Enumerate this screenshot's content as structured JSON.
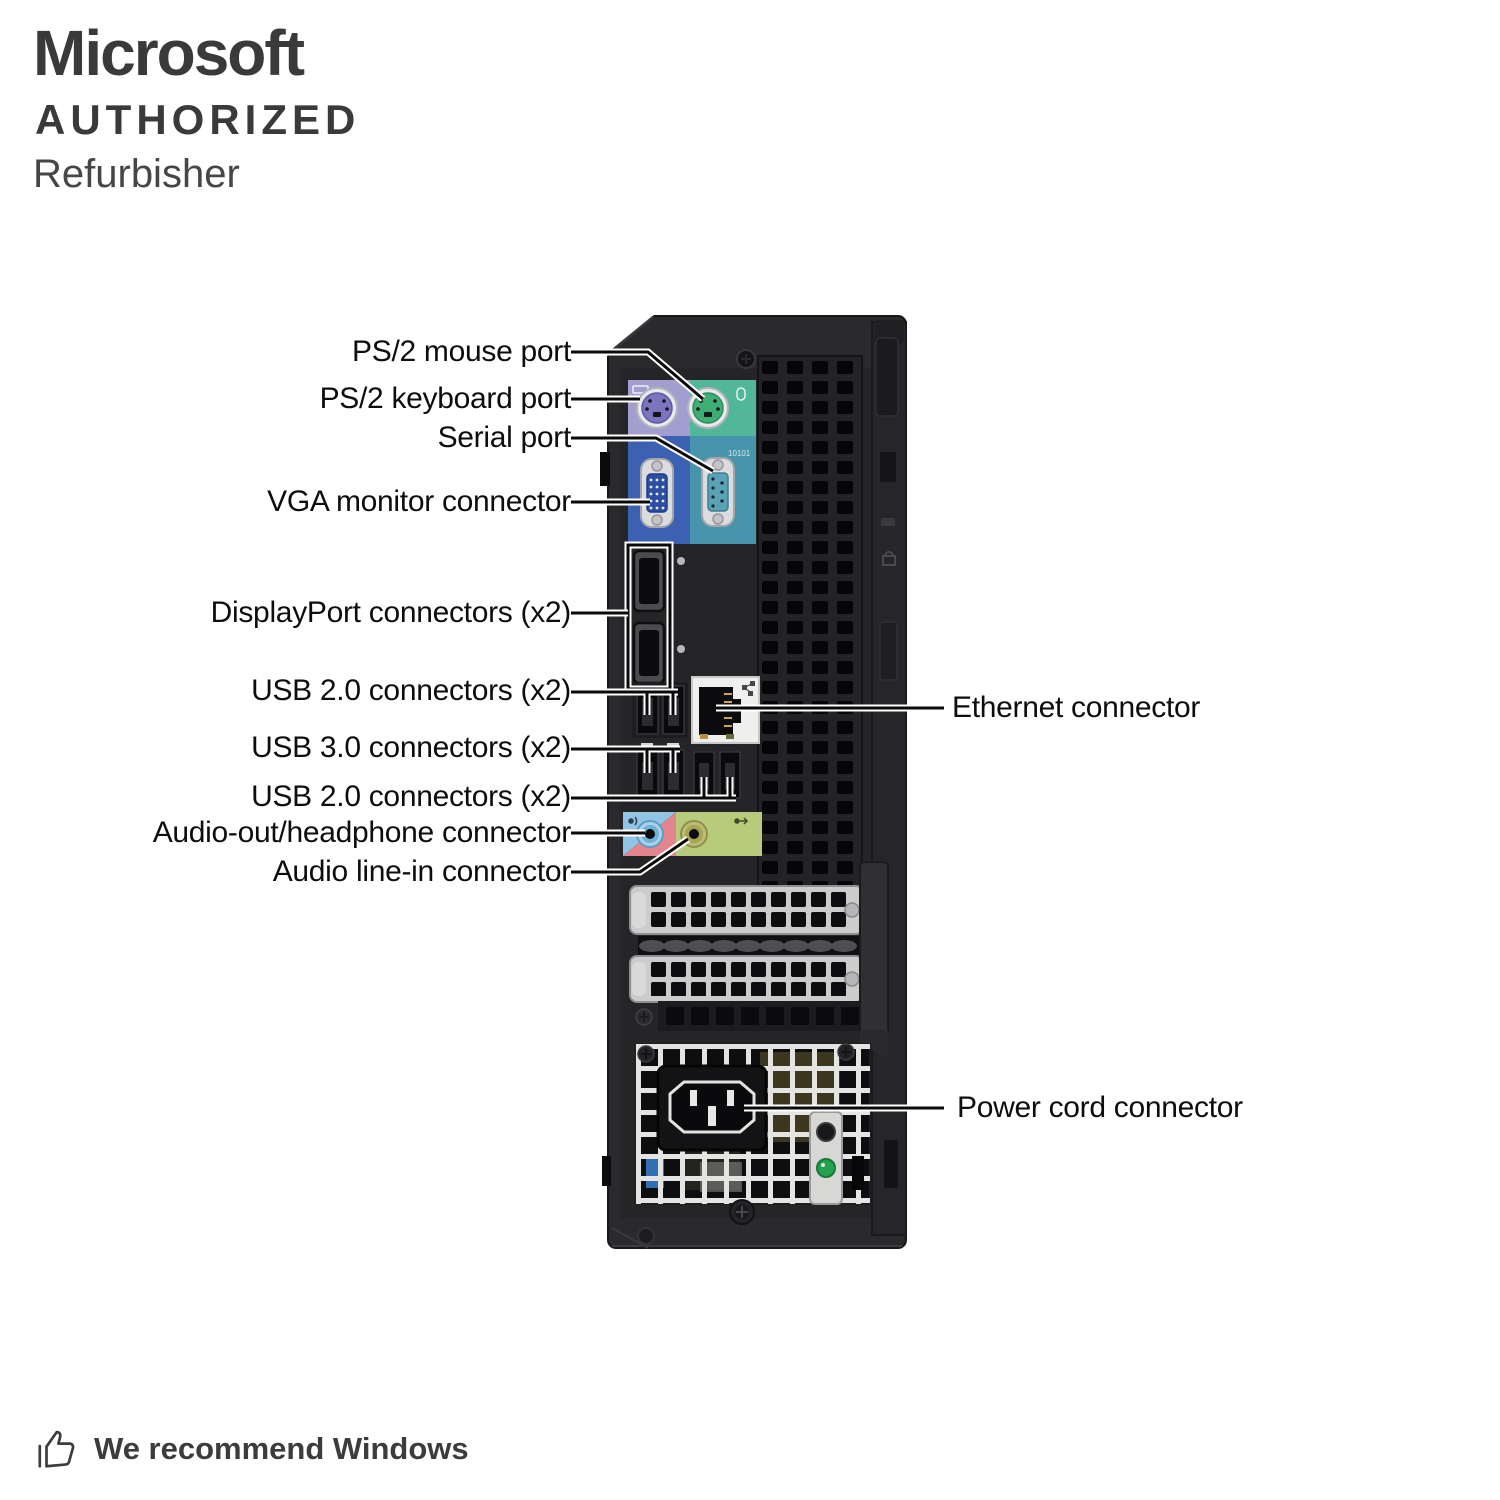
{
  "logo": {
    "brand": "Microsoft",
    "program": "AUTHORIZED",
    "role": "Refurbisher"
  },
  "diagram": {
    "labels": [
      {
        "id": "ps2-mouse-port",
        "text": "PS/2 mouse port"
      },
      {
        "id": "ps2-keyboard-port",
        "text": "PS/2 keyboard port"
      },
      {
        "id": "serial-port",
        "text": "Serial port"
      },
      {
        "id": "vga-monitor-connector",
        "text": "VGA monitor connector"
      },
      {
        "id": "displayport-connectors",
        "text": "DisplayPort connectors (x2)"
      },
      {
        "id": "usb2-connectors-top",
        "text": "USB 2.0 connectors (x2)"
      },
      {
        "id": "usb3-connectors",
        "text": "USB 3.0 connectors (x2)"
      },
      {
        "id": "usb2-connectors-bottom",
        "text": "USB 2.0 connectors (x2)"
      },
      {
        "id": "audio-out-headphone-connector",
        "text": "Audio-out/headphone connector"
      },
      {
        "id": "audio-line-in-connector",
        "text": "Audio line-in connector"
      },
      {
        "id": "ethernet-connector",
        "text": "Ethernet connector"
      },
      {
        "id": "power-cord-connector",
        "text": "Power cord connector"
      }
    ],
    "port_colors": {
      "ps2_keyboard_panel": "#a39ed0",
      "ps2_mouse_panel": "#52b698",
      "vga_panel": "#3c60b2",
      "serial_panel": "#4795ad",
      "audio_line_in_panel": "#90c5e6",
      "audio_mic_panel": "#e2858d",
      "audio_out_panel": "#b7cb7d",
      "power_led": "#27a14f"
    },
    "serial_marking": "10101"
  },
  "footer": {
    "recommendation": "We recommend Windows"
  }
}
